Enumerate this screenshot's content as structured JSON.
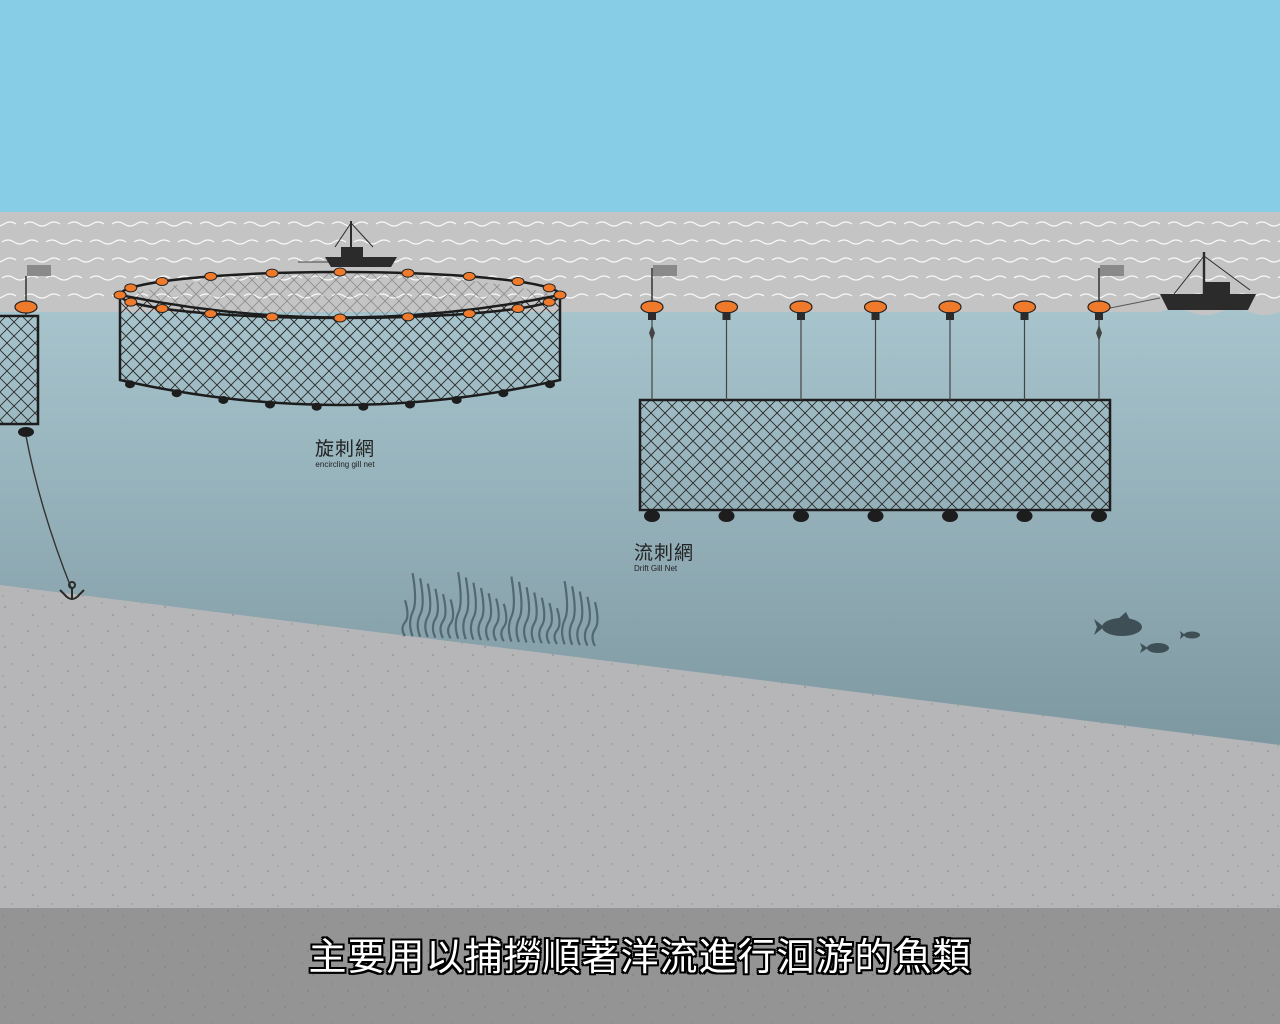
{
  "labels": {
    "encircling": {
      "zh": "旋刺網",
      "en": "encircling gill net"
    },
    "drift": {
      "zh": "流刺網",
      "en": "Drift Gill Net"
    }
  },
  "subtitle": "主要用以捕撈順著洋流進行洄游的魚類",
  "colors": {
    "sky": "#87cde5",
    "surface": "#c3c3c3",
    "water_top": "#a6c3cc",
    "water_bottom": "#6f8891",
    "seabed": "#b5b5b7",
    "float": "#f07a2b",
    "net": "#222222"
  }
}
